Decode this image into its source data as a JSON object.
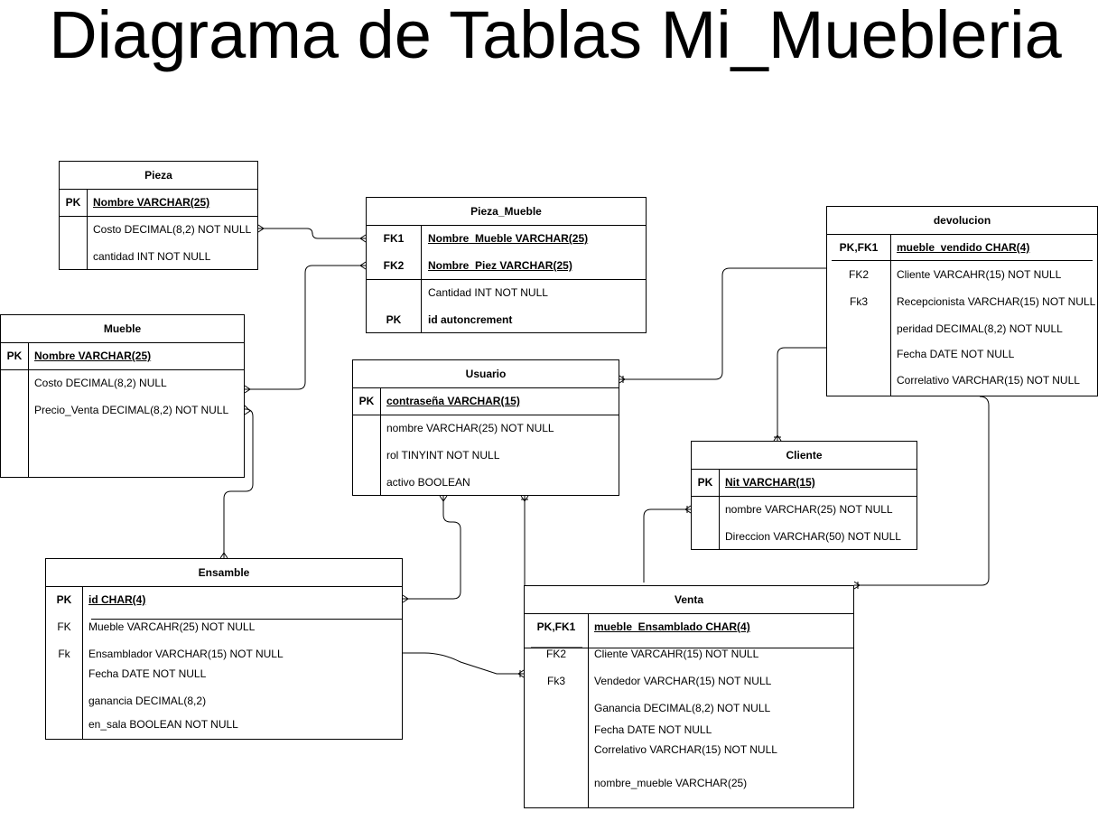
{
  "title": "Diagrama de Tablas Mi_Muebleria",
  "tables": {
    "pieza": {
      "name": "Pieza",
      "key1": "PK",
      "field1": "Nombre VARCHAR(25)",
      "field2": "Costo DECIMAL(8,2) NOT NULL",
      "field3": "cantidad INT NOT NULL"
    },
    "pieza_mueble": {
      "name": "Pieza_Mueble",
      "key1": "FK1",
      "field1": "Nombre_Mueble VARCHAR(25)",
      "key2": "FK2",
      "field2": "Nombre_Piez VARCHAR(25)",
      "field3": "Cantidad INT NOT NULL",
      "key4": "PK",
      "field4": "id autoncrement"
    },
    "devolucion": {
      "name": "devolucion",
      "key1": "PK,FK1",
      "field1": "mueble_vendido CHAR(4)",
      "key2": "FK2",
      "field2": "Cliente VARCAHR(15) NOT NULL",
      "key3": "Fk3",
      "field3": "Recepcionista VARCHAR(15) NOT NULL",
      "field4": "peridad DECIMAL(8,2) NOT NULL",
      "field5": "Fecha DATE NOT NULL",
      "field6": "Correlativo VARCHAR(15) NOT NULL"
    },
    "mueble": {
      "name": "Mueble",
      "key1": "PK",
      "field1": "Nombre VARCHAR(25)",
      "field2": "Costo DECIMAL(8,2) NULL",
      "field3": "Precio_Venta DECIMAL(8,2) NOT NULL"
    },
    "usuario": {
      "name": "Usuario",
      "key1": "PK",
      "field1": "contraseña VARCHAR(15)",
      "field2": "nombre VARCHAR(25) NOT NULL",
      "field3": "rol TINYINT NOT NULL",
      "field4": "activo BOOLEAN"
    },
    "cliente": {
      "name": "Cliente",
      "key1": "PK",
      "field1": "Nit VARCHAR(15)",
      "field2": "nombre VARCHAR(25) NOT NULL",
      "field3": "Direccion VARCHAR(50) NOT NULL"
    },
    "ensamble": {
      "name": "Ensamble",
      "key1": "PK",
      "field1": "id CHAR(4)",
      "key2": "FK",
      "field2": "Mueble VARCAHR(25) NOT NULL",
      "key3": "Fk",
      "field3": "Ensamblador VARCHAR(15) NOT NULL",
      "field4": "Fecha DATE NOT NULL",
      "field5": "ganancia DECIMAL(8,2)",
      "field6": "en_sala BOOLEAN NOT NULL"
    },
    "venta": {
      "name": "Venta",
      "key1": "PK,FK1",
      "field1": "mueble_Ensamblado CHAR(4)",
      "key2": "FK2",
      "field2": "Cliente VARCAHR(15) NOT NULL",
      "key3": "Fk3",
      "field3": "Vendedor VARCHAR(15) NOT NULL",
      "field4": "Ganancia DECIMAL(8,2) NOT NULL",
      "field5": "Fecha DATE NOT NULL",
      "field6": "Correlativo VARCHAR(15) NOT NULL",
      "field7": "nombre_mueble VARCHAR(25)"
    }
  },
  "relationships": [
    {
      "from": "Pieza.Nombre",
      "to": "Pieza_Mueble.Nombre_Piez"
    },
    {
      "from": "Mueble.Nombre",
      "to": "Pieza_Mueble.Nombre_Mueble"
    },
    {
      "from": "Mueble.Nombre",
      "to": "Ensamble.Mueble"
    },
    {
      "from": "Usuario.contraseña",
      "to": "Ensamble.Ensamblador"
    },
    {
      "from": "Usuario.contraseña",
      "to": "Venta.Vendedor"
    },
    {
      "from": "Usuario.contraseña",
      "to": "devolucion.Recepcionista"
    },
    {
      "from": "Cliente.Nit",
      "to": "devolucion.Cliente"
    },
    {
      "from": "Cliente.Nit",
      "to": "Venta.Cliente"
    },
    {
      "from": "Ensamble.id",
      "to": "Venta.mueble_Ensamblado"
    },
    {
      "from": "Venta.mueble_Ensamblado",
      "to": "devolucion.mueble_vendido"
    }
  ]
}
